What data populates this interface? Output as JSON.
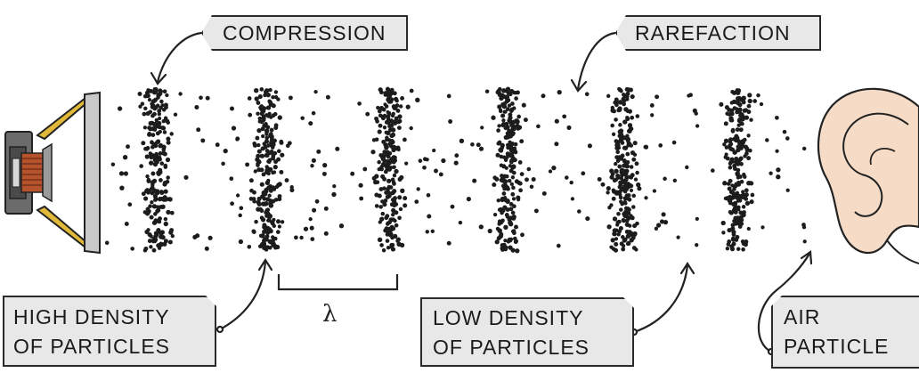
{
  "labels": {
    "compression": "COMPRESSION",
    "rarefaction": "RAREFACTION",
    "high_density_line1": "HIGH DENSITY",
    "high_density_line2": "OF PARTICLES",
    "low_density_line1": "LOW DENSITY",
    "low_density_line2": "OF PARTICLES",
    "air_line1": "AIR",
    "air_line2": "PARTICLE",
    "wavelength_symbol": "λ"
  },
  "colors": {
    "particle": "#1c1c1c",
    "label_fill": "#e8e8e8",
    "outline": "#2a2a2a",
    "speaker_body": "#6b6b6b",
    "speaker_cone": "#c9c9c9",
    "speaker_frame": "#e0b93a",
    "speaker_coil": "#b5532d",
    "ear_skin": "#f6dcc6"
  },
  "icons": [
    "loudspeaker-icon",
    "ear-icon"
  ]
}
